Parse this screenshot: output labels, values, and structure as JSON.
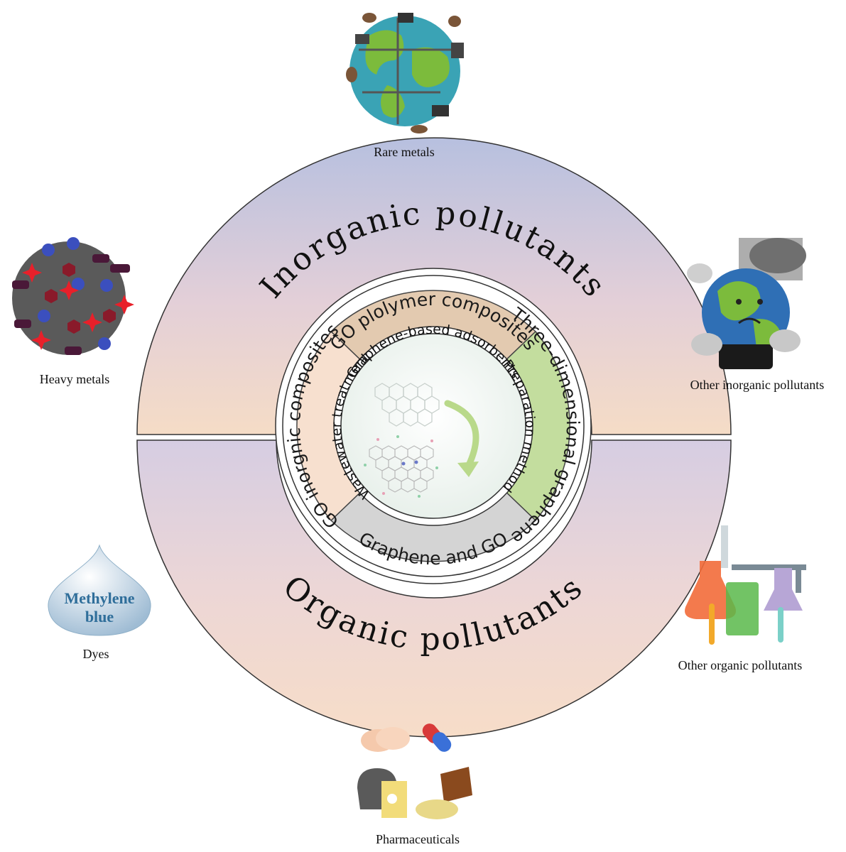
{
  "rings": {
    "outer_top": "Inorganic pollutants",
    "outer_bottom": "Organic pollutants"
  },
  "segments": {
    "top": "GO plolymer composites",
    "right": "Three-dimensional graphene",
    "bottom": "Graphene and GO",
    "left": "GO inorgnic composites"
  },
  "core": {
    "top": "Graphene-based adsorbents",
    "right": "Preparation method",
    "left": "Wastewater treatment"
  },
  "captions": {
    "rare_metals": "Rare metals",
    "heavy_metals": "Heavy metals",
    "other_inorganic": "Other inorganic pollutants",
    "dyes": "Dyes",
    "other_organic": "Other organic pollutants",
    "pharmaceuticals": "Pharmaceuticals"
  },
  "dye_label": {
    "line1": "Methylene",
    "line2": "blue"
  },
  "colors": {
    "outer_top_gradient": [
      "#b9c0dc",
      "#f3d8c4"
    ],
    "outer_bottom_gradient": [
      "#d9cde0",
      "#f7dcc9"
    ],
    "seg_top": "#e3ccb2",
    "seg_right": "#c2dc9d",
    "seg_bottom": "#d4d4d4",
    "seg_left": "#f6dfcd",
    "core": "#f3f7f4"
  }
}
